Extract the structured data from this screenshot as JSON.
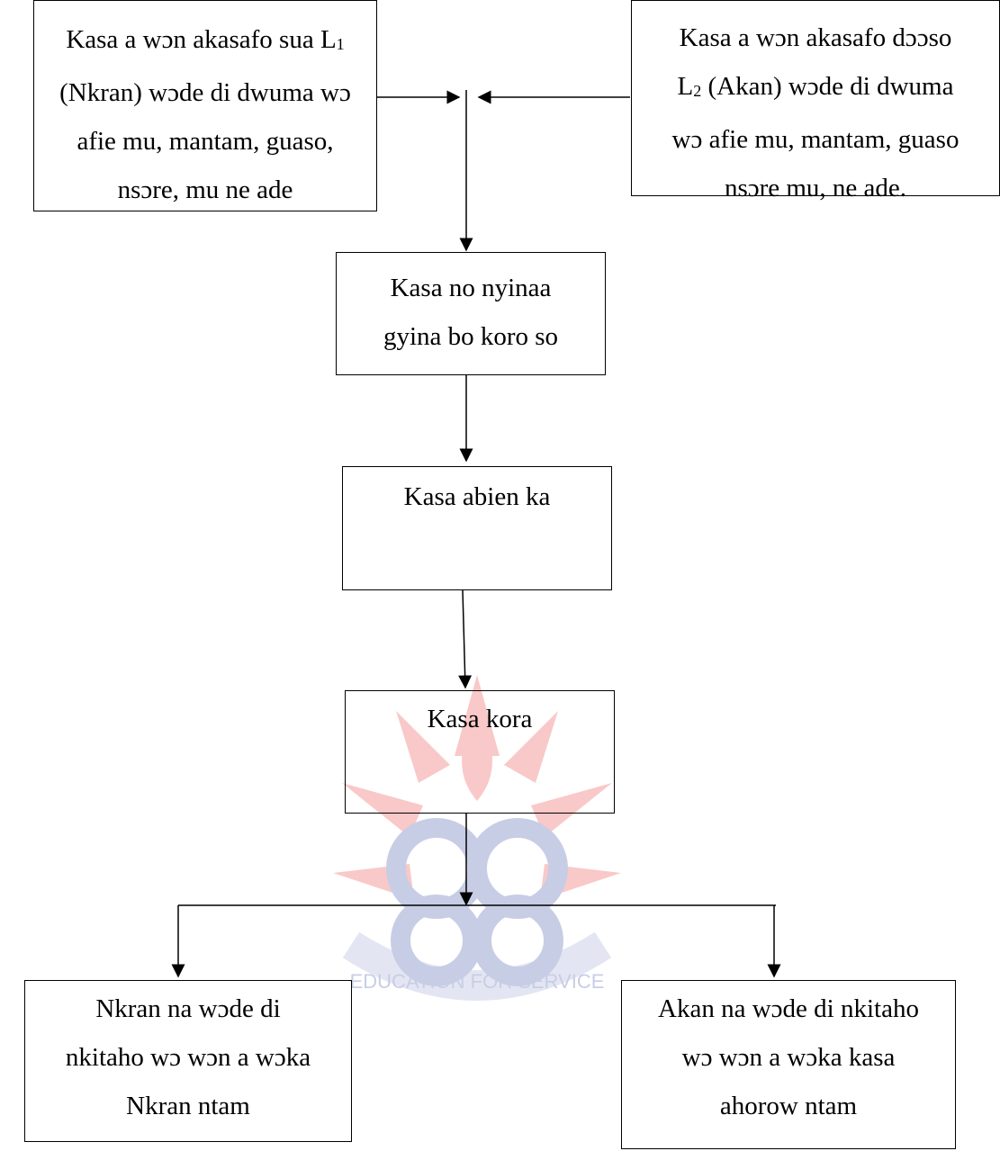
{
  "diagram": {
    "box_l1": {
      "lines": [
        "Kasa a wɔn akasafo sua L",
        "(Nkran) wɔde di dwuma wɔ",
        "afie mu, mantam, guaso,",
        "nsɔre, mu ne ade"
      ],
      "sub": "1"
    },
    "box_l2": {
      "lines": [
        "Kasa a wɔn akasafo dɔɔso",
        " (Akan) wɔde di dwuma",
        "wɔ afie mu, mantam, guaso",
        "nsɔre mu, ne ade."
      ],
      "prefix": "L",
      "sub": "2"
    },
    "box_common": {
      "lines": [
        "Kasa no nyinaa",
        "gyina bo koro so"
      ]
    },
    "box_two": {
      "lines": [
        "Kasa abien ka"
      ]
    },
    "box_one": {
      "lines": [
        "Kasa kora"
      ]
    },
    "box_nkran": {
      "lines": [
        "Nkran na wɔde di",
        "nkitaho wɔ wɔn a wɔka",
        "Nkran ntam"
      ]
    },
    "box_akan": {
      "lines": [
        "Akan na wɔde di nkitaho",
        "wɔ wɔn a wɔka kasa",
        "ahorow ntam"
      ]
    }
  },
  "watermark": {
    "text": "EDUCATION FOR SERVICE",
    "red": "#e8423c",
    "blue": "#3b4fa6"
  },
  "colors": {
    "line": "#000000",
    "background": "#ffffff"
  }
}
